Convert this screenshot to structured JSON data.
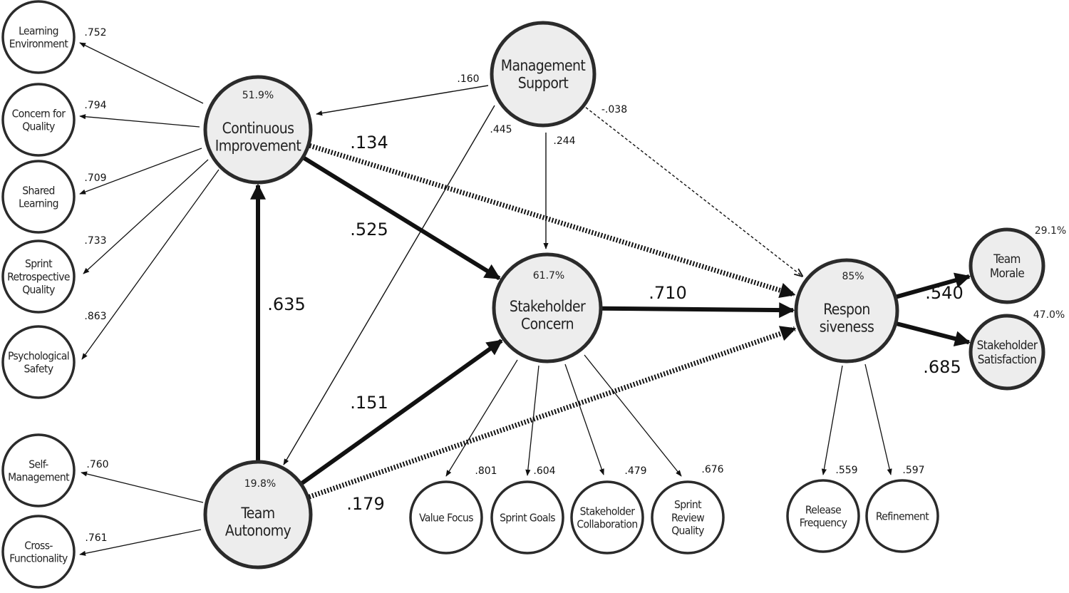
{
  "constructs": [
    {
      "id": "ci",
      "label": [
        "Continuous",
        "Improvement"
      ],
      "r2": "51.9%"
    },
    {
      "id": "ms",
      "label": [
        "Management",
        "Support"
      ],
      "r2": ""
    },
    {
      "id": "sc",
      "label": [
        "Stakeholder",
        "Concern"
      ],
      "r2": "61.7%"
    },
    {
      "id": "ta",
      "label": [
        "Team",
        "Autonomy"
      ],
      "r2": "19.8%"
    },
    {
      "id": "rs",
      "label": [
        "Respon",
        "siveness"
      ],
      "r2": "85%"
    },
    {
      "id": "tm",
      "label": [
        "Team",
        "Morale"
      ],
      "r2": "29.1%"
    },
    {
      "id": "ss",
      "label": [
        "Stakeholder",
        "Satisfaction"
      ],
      "r2": "47.0%"
    }
  ],
  "indicators": [
    {
      "id": "le",
      "label": [
        "Learning",
        "Environment"
      ],
      "loading": ".752"
    },
    {
      "id": "cq",
      "label": [
        "Concern for",
        "Quality"
      ],
      "loading": ".794"
    },
    {
      "id": "sl",
      "label": [
        "Shared",
        "Learning"
      ],
      "loading": ".709"
    },
    {
      "id": "srq",
      "label": [
        "Sprint",
        "Retrospective",
        "Quality"
      ],
      "loading": ".733"
    },
    {
      "id": "psy",
      "label": [
        "Psychological",
        "Safety"
      ],
      "loading": ".863"
    },
    {
      "id": "smg",
      "label": [
        "Self-",
        "Management"
      ],
      "loading": ".760"
    },
    {
      "id": "cf",
      "label": [
        "Cross-",
        "Functionality"
      ],
      "loading": ".761"
    },
    {
      "id": "vf",
      "label": [
        "Value Focus"
      ],
      "loading": ".801"
    },
    {
      "id": "sg",
      "label": [
        "Sprint Goals"
      ],
      "loading": ".604"
    },
    {
      "id": "scol",
      "label": [
        "Stakeholder",
        "Collaboration"
      ],
      "loading": ".479"
    },
    {
      "id": "srvq",
      "label": [
        "Sprint",
        "Review",
        "Quality"
      ],
      "loading": ".676"
    },
    {
      "id": "rf",
      "label": [
        "Release",
        "Frequency"
      ],
      "loading": ".559"
    },
    {
      "id": "ref",
      "label": [
        "Refinement"
      ],
      "loading": ".597"
    }
  ],
  "paths": [
    {
      "from": "ci",
      "to": "sc",
      "coef": ".525",
      "style": "bold"
    },
    {
      "from": "ci",
      "to": "rs",
      "coef": ".134",
      "style": "hatched"
    },
    {
      "from": "ta",
      "to": "ci",
      "coef": ".635",
      "style": "bold"
    },
    {
      "from": "ta",
      "to": "sc",
      "coef": ".151",
      "style": "bold"
    },
    {
      "from": "ta",
      "to": "rs",
      "coef": ".179",
      "style": "hatched"
    },
    {
      "from": "sc",
      "to": "rs",
      "coef": ".710",
      "style": "bold"
    },
    {
      "from": "rs",
      "to": "tm",
      "coef": ".540",
      "style": "bold"
    },
    {
      "from": "rs",
      "to": "ss",
      "coef": ".685",
      "style": "bold"
    },
    {
      "from": "ms",
      "to": "ci",
      "coef": ".160",
      "style": "thin"
    },
    {
      "from": "ms",
      "to": "ta",
      "coef": ".445",
      "style": "thin"
    },
    {
      "from": "ms",
      "to": "sc",
      "coef": ".244",
      "style": "thin"
    },
    {
      "from": "ms",
      "to": "rs",
      "coef": "-.038",
      "style": "dashed"
    }
  ]
}
